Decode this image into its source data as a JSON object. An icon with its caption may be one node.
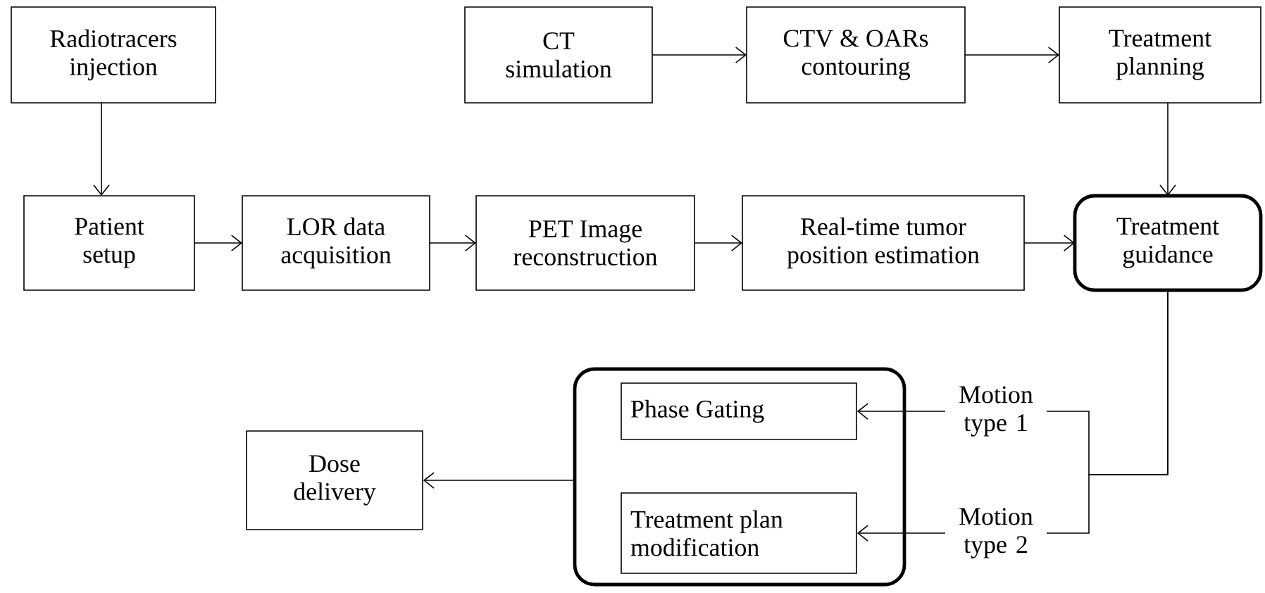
{
  "diagram": {
    "nodes": [
      {
        "text": [
          "Radiotracers injection"
        ]
      },
      {
        "text": [
          "CT simulation"
        ]
      },
      {
        "text": [
          "CTV & OARs contouring"
        ]
      },
      {
        "text": [
          "Treatment planning"
        ]
      },
      {
        "text": [
          "Patient setup"
        ]
      },
      {
        "text": [
          "LOR data acquisition"
        ]
      },
      {
        "text": [
          "PET Image reconstruction"
        ]
      },
      {
        "text": [
          "Real-time tumor position estimation"
        ]
      },
      {
        "text": [
          "Treatment guidance"
        ]
      },
      {
        "text": [],
        "shape": "box"
      },
      {
        "text": [
          "Phase Gating"
        ],
        "in": 9
      },
      {
        "text": [
          "Treatment plan modification"
        ],
        "in": 9
      },
      {
        "text": [
          "Dose delivery"
        ]
      }
    ],
    "edges": [
      {
        "from": 0,
        "to": 4,
        "arrow": "to"
      },
      {
        "from": 1,
        "to": 2,
        "arrow": "to"
      },
      {
        "from": 2,
        "to": 3,
        "arrow": "to"
      },
      {
        "from": 3,
        "to": 8,
        "arrow": "to"
      },
      {
        "from": 4,
        "to": 5,
        "arrow": "to"
      },
      {
        "from": 5,
        "to": 6,
        "arrow": "to"
      },
      {
        "from": 6,
        "to": 7,
        "arrow": "to"
      },
      {
        "from": 7,
        "to": 8,
        "arrow": "to"
      },
      {
        "from": 8,
        "to": 10,
        "arrow": "to",
        "label": "Motion type 1"
      },
      {
        "from": 8,
        "to": 11,
        "arrow": "to",
        "label": "Motion type 2"
      },
      {
        "from": 9,
        "to": 12,
        "arrow": "to"
      }
    ]
  }
}
